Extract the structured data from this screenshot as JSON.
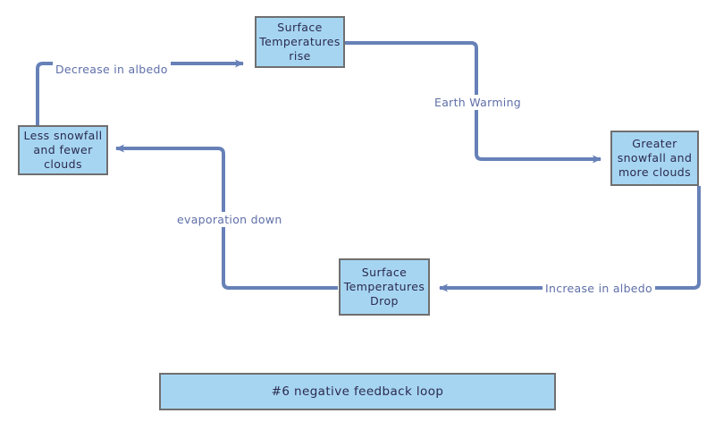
{
  "diagram": {
    "title": "#6 negative feedback loop",
    "palette": {
      "node_fill": "#a6d5f2",
      "node_border": "#6f6f6f",
      "connector": "#6781b8",
      "label_text": "#5f6fa8",
      "node_text": "#2b2b4f",
      "background": "#ffffff"
    },
    "nodes": [
      {
        "id": "temp-rise",
        "text": "Surface Temperatures rise"
      },
      {
        "id": "less-snowfall",
        "text": "Less snowfall and fewer clouds"
      },
      {
        "id": "greater-snowfall",
        "text": "Greater snowfall and more clouds"
      },
      {
        "id": "temp-drop",
        "text": "Surface Temperatures Drop"
      }
    ],
    "edges": [
      {
        "id": "earth-warming",
        "label": "Earth Warming",
        "from": "temp-rise",
        "to": "greater-snowfall"
      },
      {
        "id": "increase-albedo",
        "label": "Increase in albedo",
        "from": "greater-snowfall",
        "to": "temp-drop"
      },
      {
        "id": "evaporation-down",
        "label": "evaporation down",
        "from": "temp-drop",
        "to": "less-snowfall"
      },
      {
        "id": "decrease-albedo",
        "label": "Decrease in albedo",
        "from": "less-snowfall",
        "to": "temp-rise"
      }
    ],
    "banner": {
      "text": "#6 negative feedback loop"
    }
  }
}
